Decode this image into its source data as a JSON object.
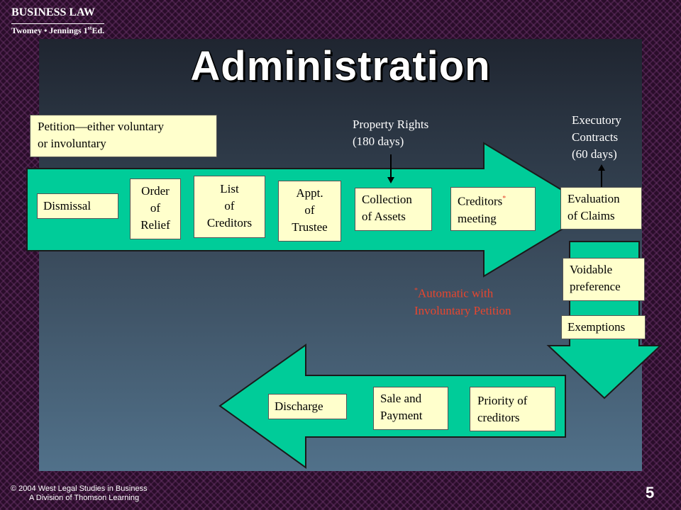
{
  "header": {
    "course": "BUSINESS LAW",
    "authors": "Twomey • Jennings 1",
    "edition_sup": "st",
    "edition_rest": "Ed."
  },
  "title": "Administration",
  "boxes": {
    "petition": [
      "Petition—either voluntary",
      "or involuntary"
    ],
    "dismissal": "Dismissal",
    "order_relief": [
      "Order",
      "of",
      "Relief"
    ],
    "list_creditors": [
      "List",
      "of",
      "Creditors"
    ],
    "appt_trustee": [
      "Appt.",
      "of",
      "Trustee"
    ],
    "collection_assets": [
      "Collection",
      "of Assets"
    ],
    "creditors_meeting": [
      "Creditors",
      "meeting"
    ],
    "evaluation_claims": [
      "Evaluation",
      "of Claims"
    ],
    "voidable_preference": [
      "Voidable",
      "preference"
    ],
    "exemptions": "Exemptions",
    "discharge": "Discharge",
    "sale_payment": [
      "Sale and",
      "Payment"
    ],
    "priority_creditors": [
      "Priority of",
      "creditors"
    ]
  },
  "labels": {
    "property_rights": [
      "Property Rights",
      "(180 days)"
    ],
    "executory_contracts": [
      "Executory",
      "Contracts",
      "(60 days)"
    ]
  },
  "note": {
    "asterisk": "*",
    "lines": [
      "Automatic with",
      "Involuntary Petition"
    ]
  },
  "footer": {
    "line1": "© 2004 West Legal Studies in Business",
    "line2": "A Division of Thomson Learning"
  },
  "page_number": "5",
  "colors": {
    "arrow_fill": "#00cc99",
    "box_fill": "#ffffcc",
    "note_red": "#e8462e"
  }
}
